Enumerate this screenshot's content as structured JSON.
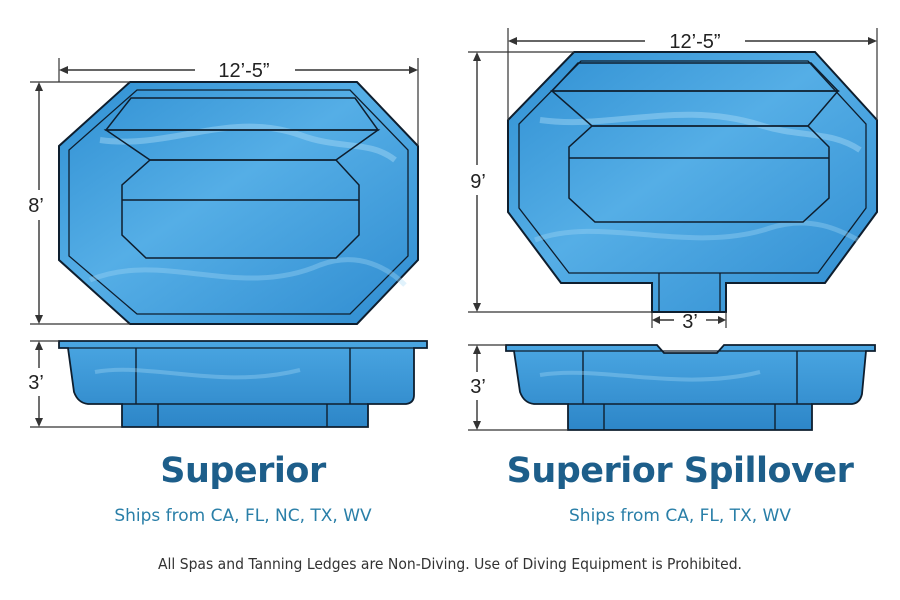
{
  "colors": {
    "water": "#3d9ad8",
    "water_light": "#7cc3ee",
    "outline": "#0e1e2e",
    "model_title": "#1d5e8a",
    "ships_text": "#2a7fa8"
  },
  "pools": [
    {
      "name": "Superior",
      "ships": "Ships from CA, FL, NC, TX, WV",
      "width": "12’-5”",
      "length": "8’",
      "depth": "3’"
    },
    {
      "name": "Superior Spillover",
      "ships": "Ships from CA, FL, TX, WV",
      "width": "12’-5”",
      "length": "9’",
      "depth": "3’",
      "spillover_width": "3’"
    }
  ],
  "disclaimer": "All Spas and Tanning Ledges are Non-Diving. Use of Diving Equipment is Prohibited."
}
